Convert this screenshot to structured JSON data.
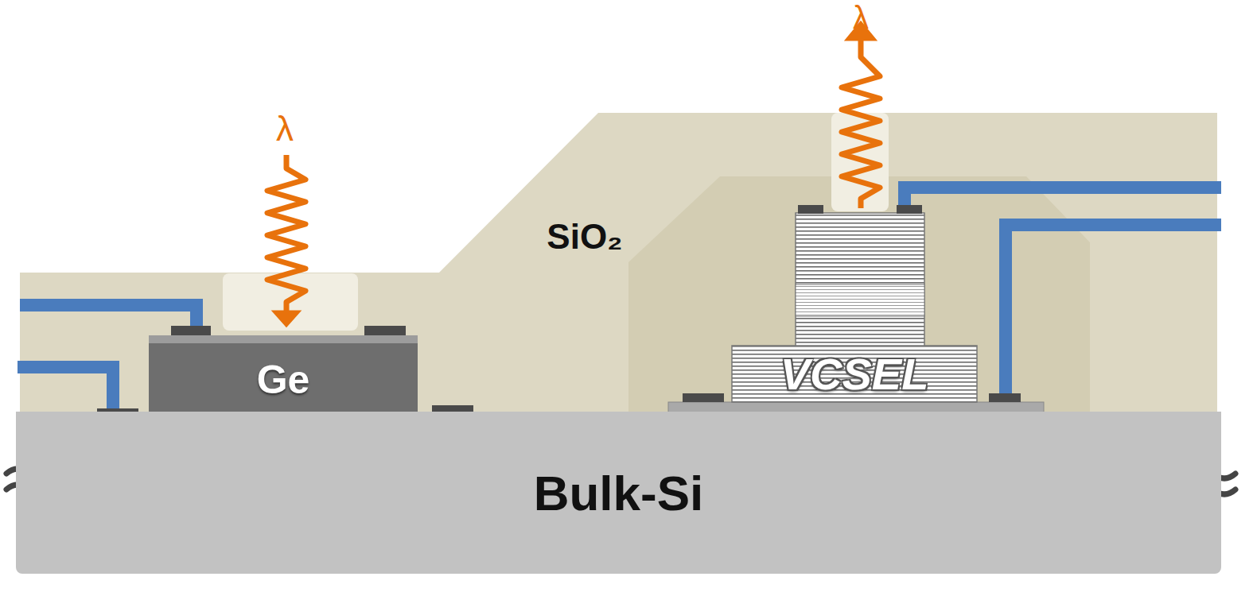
{
  "diagram": {
    "nodes": [
      {
        "text": [
          "Ge"
        ]
      },
      {
        "text": [
          "VCSEL"
        ]
      },
      {
        "text": [
          "Bulk-Si"
        ]
      }
    ],
    "labels": [
      "λ",
      "SiO₂",
      "λ"
    ]
  }
}
